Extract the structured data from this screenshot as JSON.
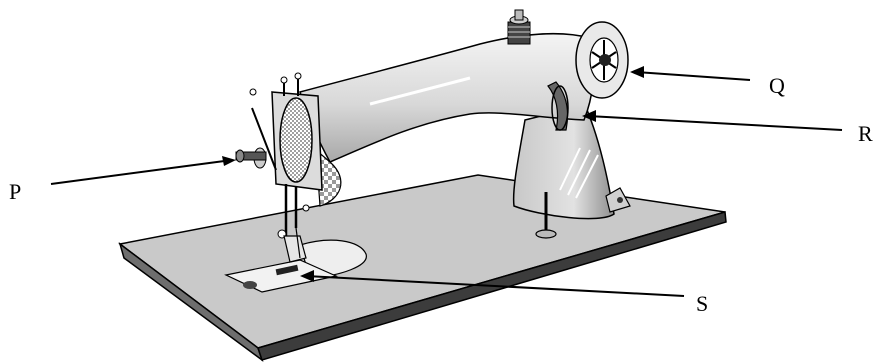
{
  "diagram": {
    "labels": [
      {
        "id": "P",
        "text": "P"
      },
      {
        "id": "Q",
        "text": "Q"
      },
      {
        "id": "R",
        "text": "R"
      },
      {
        "id": "S",
        "text": "S"
      }
    ]
  }
}
